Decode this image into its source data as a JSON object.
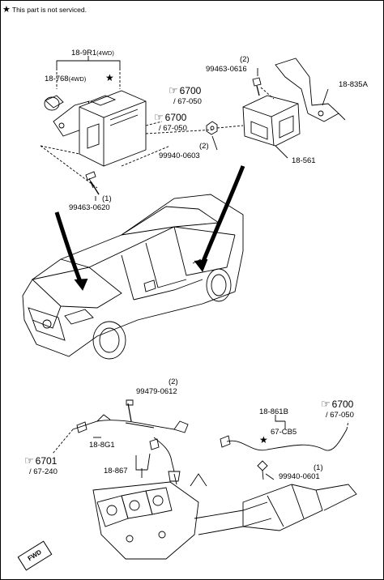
{
  "notice": {
    "icon": "star-icon",
    "text": "This part is not serviced."
  },
  "labels": {
    "p18_9R1": "18-9R1",
    "p18_9R1_note": "(4WD)",
    "p18_768": "18-768",
    "p18_768_note": "(4WD)",
    "p99463_0616_qty": "(2)",
    "p99463_0616": "99463-0616",
    "p18_835A": "18-835A",
    "p99940_0603_qty": "(2)",
    "p99940_0603": "99940-0603",
    "p18_561": "18-561",
    "p99463_0620_qty": "(1)",
    "p99463_0620": "99463-0620",
    "p99479_0612_qty": "(2)",
    "p99479_0612": "99479-0612",
    "p18_861B": "18-861B",
    "p67_CB5": "67-CB5",
    "p18_8G1": "18-8G1",
    "p18_867": "18-867",
    "p99940_0601_qty": "(1)",
    "p99940_0601": "99940-0601"
  },
  "refs": {
    "r1": {
      "main": "6700",
      "sub": "/ 67-050"
    },
    "r2": {
      "main": "6700",
      "sub": "/ 67-050"
    },
    "r3": {
      "main": "6700",
      "sub": "/ 67-050"
    },
    "r4": {
      "main": "6701",
      "sub": "/ 67-240"
    }
  },
  "badge": {
    "text": "FWD"
  }
}
